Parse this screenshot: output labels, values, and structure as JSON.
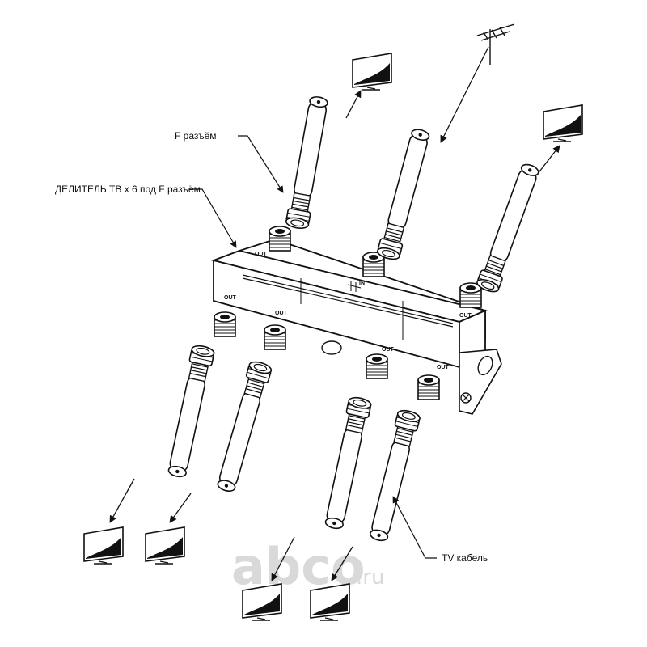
{
  "labels": {
    "f_connector": "F разъём",
    "splitter": "ДЕЛИТЕЛЬ ТВ х 6 под F разъём",
    "tv_cable": "TV кабель"
  },
  "splitter_marks": {
    "out": "OUT",
    "in": "IN"
  },
  "watermark": {
    "main": "abco",
    "suffix": ".ru"
  },
  "colors": {
    "line": "#111111",
    "fill": "#ffffff",
    "watermark": "#d9d9d9"
  }
}
